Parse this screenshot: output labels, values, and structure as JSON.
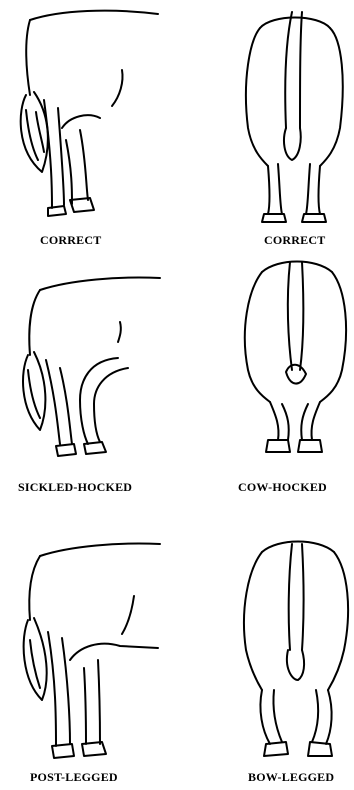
{
  "panels": [
    {
      "view": "side",
      "caption": "CORRECT"
    },
    {
      "view": "rear",
      "caption": "CORRECT"
    },
    {
      "view": "side",
      "caption": "SICKLED-HOCKED"
    },
    {
      "view": "rear",
      "caption": "COW-HOCKED"
    },
    {
      "view": "side",
      "caption": "POST-LEGGED"
    },
    {
      "view": "rear",
      "caption": "BOW-LEGGED"
    }
  ]
}
